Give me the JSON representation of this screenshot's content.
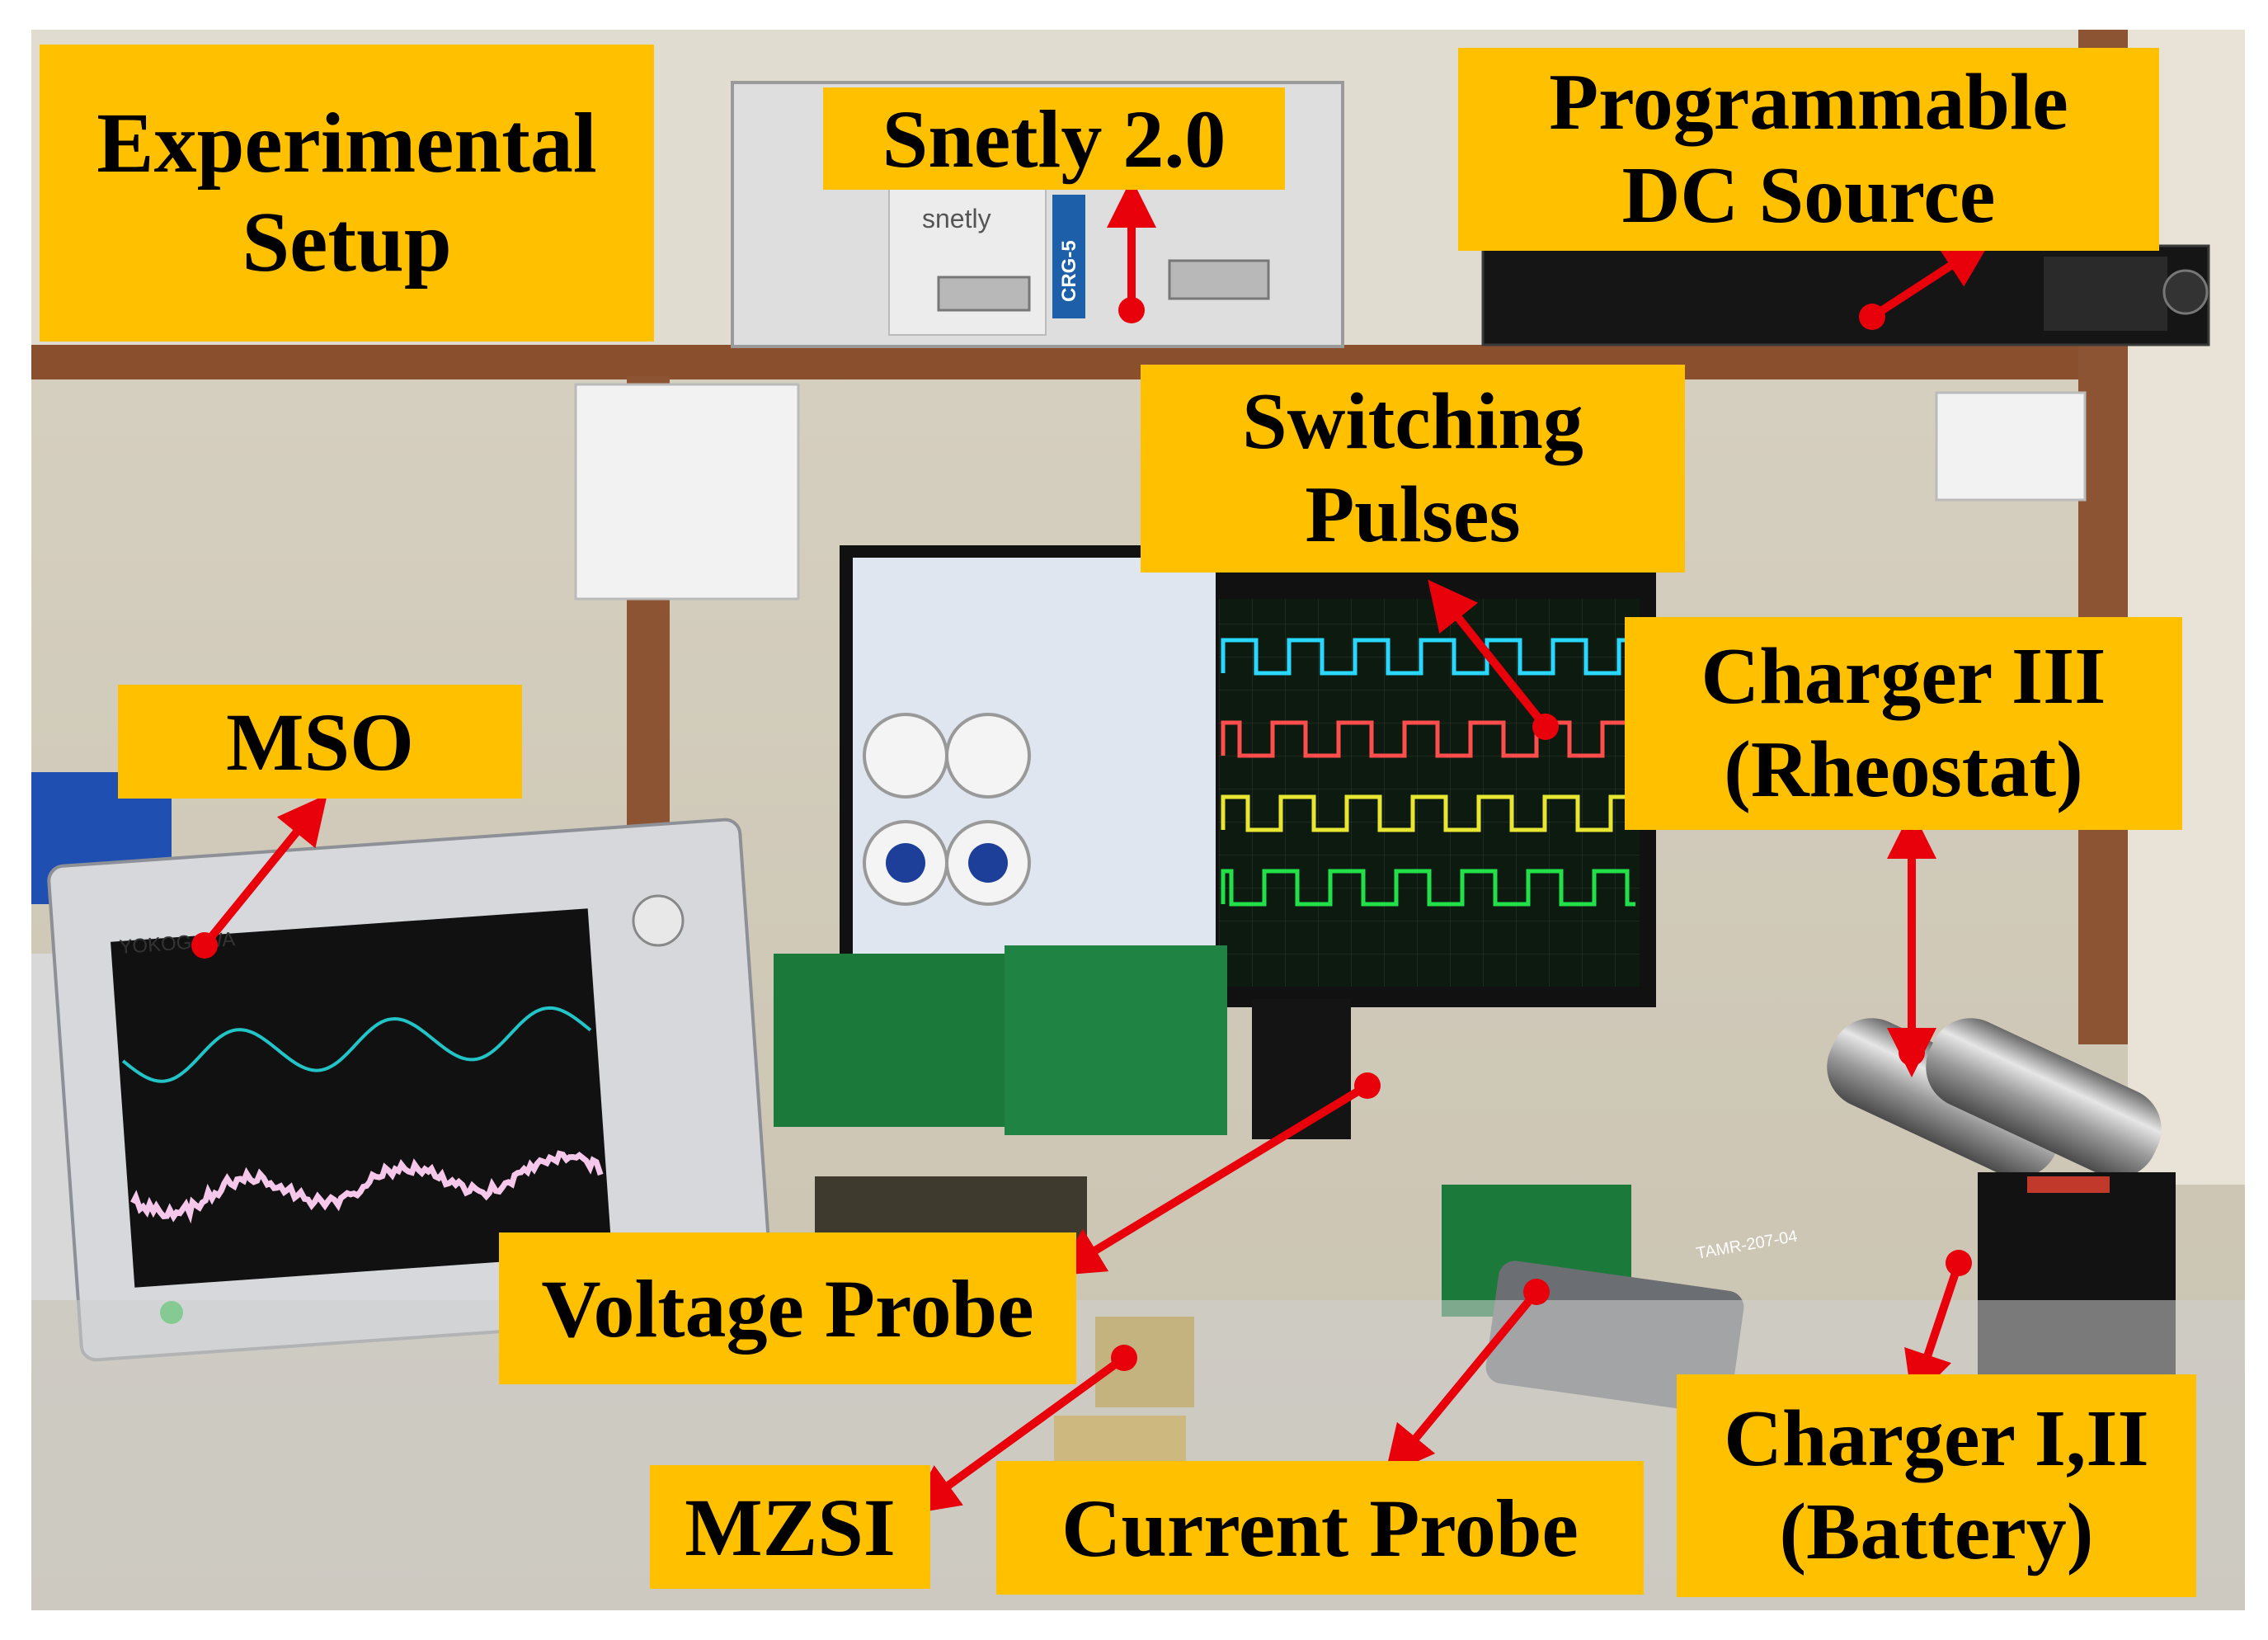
{
  "labels": {
    "experimental_setup": {
      "line1": "Experimental",
      "line2": "Setup"
    },
    "snetly": {
      "line1": "Snetly 2.0"
    },
    "dc_source": {
      "line1": "Programmable",
      "line2": "DC Source"
    },
    "switching_pulses": {
      "line1": "Switching",
      "line2": "Pulses"
    },
    "mso": {
      "line1": "MSO"
    },
    "charger_3": {
      "line1": "Charger III",
      "line2": "(Rheostat)"
    },
    "voltage_probe": {
      "line1": "Voltage Probe"
    },
    "mzsi": {
      "line1": "MZSI"
    },
    "current_probe": {
      "line1": "Current Probe"
    },
    "charger_12": {
      "line1": "Charger I,II",
      "line2": "(Battery)"
    }
  },
  "device_text": {
    "snetly_front": "snetly",
    "crg_badge": "CRG-5",
    "oscilloscope_brand": "YOKOGAWA",
    "probe_tag": "TAMR-207-04"
  },
  "colors": {
    "label_fill": "#ffc000",
    "arrow": "#e8000b",
    "trace_cyan": "#22c4c8",
    "trace_pink": "#f5c7ea",
    "pulse_cyan": "#29d7ff",
    "pulse_red": "#ff4d4d",
    "pulse_yellow": "#e7e733",
    "pulse_green": "#22e04a"
  }
}
